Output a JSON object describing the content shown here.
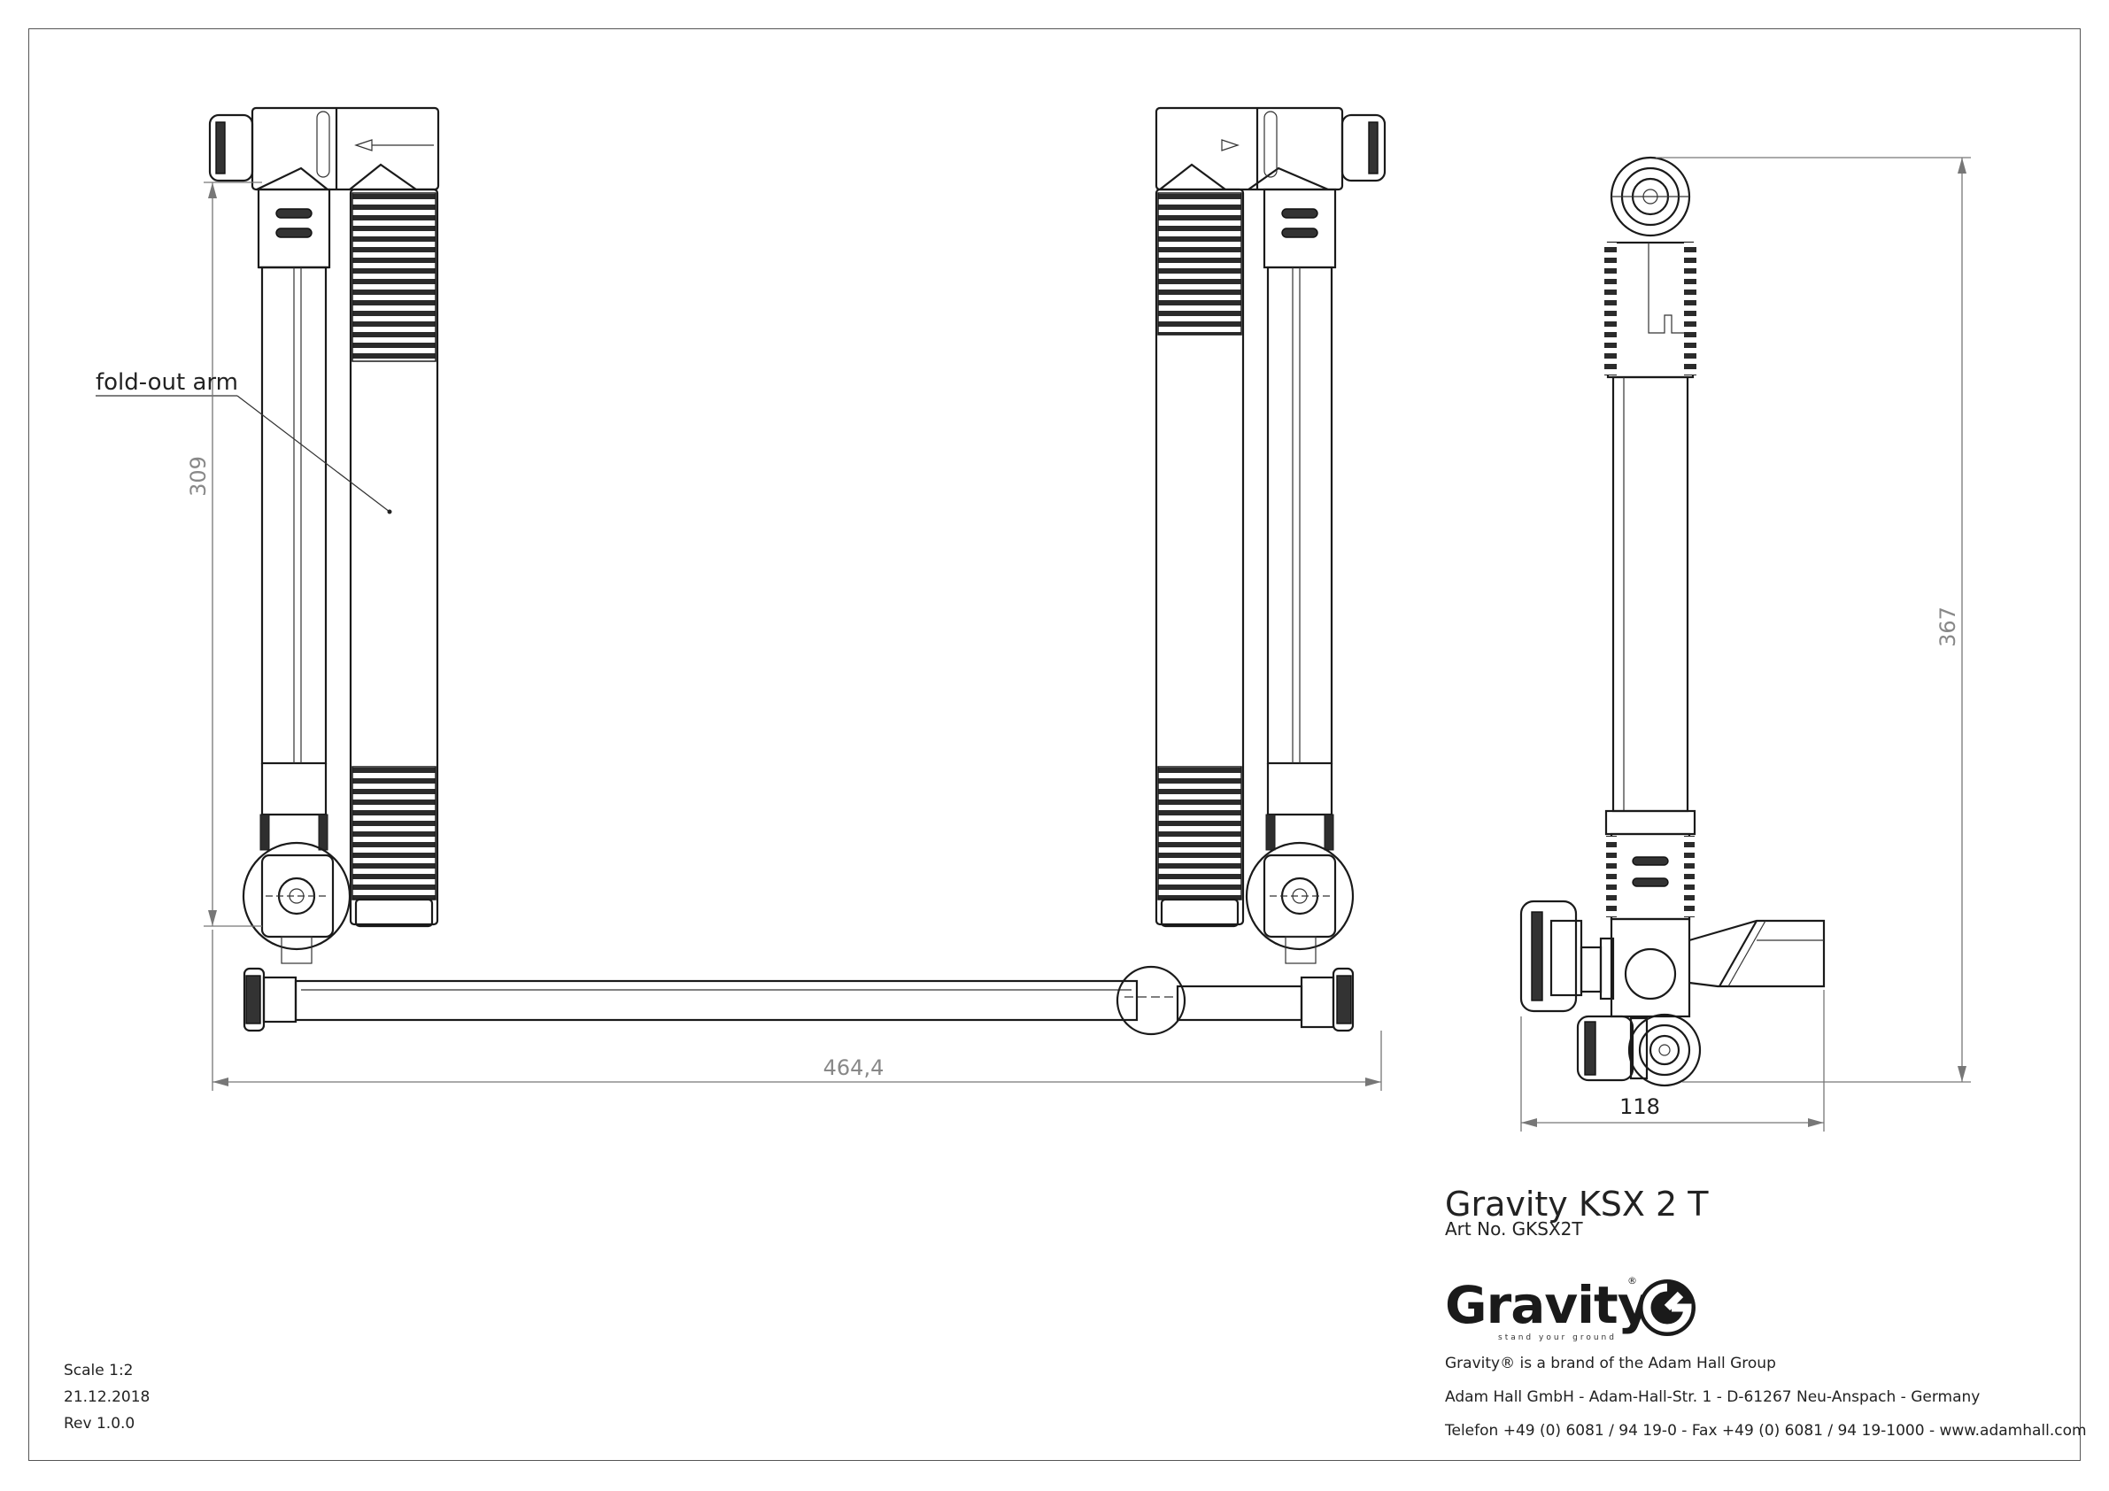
{
  "annotation": {
    "fold_out_arm": "fold-out arm"
  },
  "dimensions": {
    "height_left": "309",
    "width_bottom": "464,4",
    "height_right": "367",
    "depth_right": "118"
  },
  "product": {
    "title": "Gravity KSX 2 T",
    "art_no": "Art No. GKSX2T"
  },
  "logo": {
    "wordmark": "Gravity",
    "tagline": "stand your ground",
    "registered": "®"
  },
  "company": {
    "brand_line": "Gravity® is a brand of the Adam Hall Group",
    "address": "Adam Hall GmbH  -  Adam-Hall-Str. 1  -  D-61267 Neu-Anspach  -  Germany",
    "contact": "Telefon +49 (0) 6081 / 94 19-0 - Fax +49 (0) 6081 / 94 19-1000 - www.adamhall.com"
  },
  "meta": {
    "scale": "Scale 1:2",
    "date": "21.12.2018",
    "rev": "Rev 1.0.0"
  }
}
